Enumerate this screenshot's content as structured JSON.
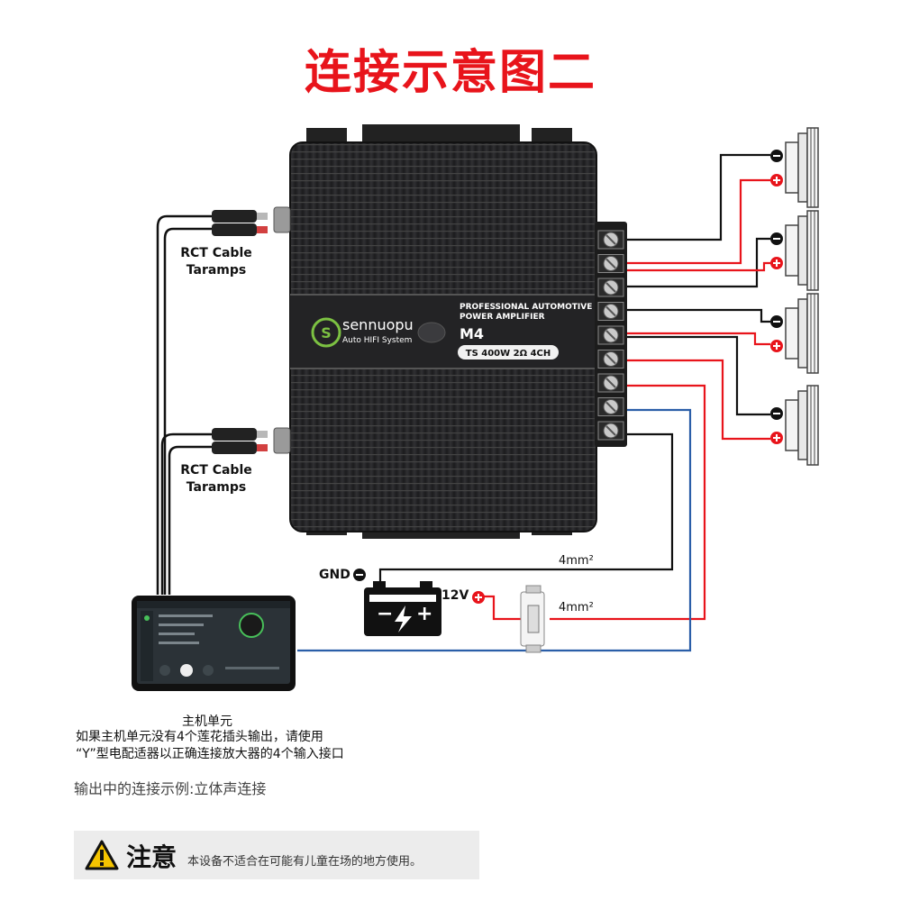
{
  "title": "连接示意图二",
  "amplifier": {
    "brand": "sennuopu",
    "tagline": "Auto HIFI System",
    "heading_line1": "PROFESSIONAL AUTOMOTIVE",
    "heading_line2": "POWER AMPLIFIER",
    "model": "M4",
    "spec": "TS 400W 2Ω 4CH"
  },
  "rca_label_top": {
    "line1": "RCT Cable",
    "line2": "Taramps"
  },
  "rca_label_bottom": {
    "line1": "RCT Cable",
    "line2": "Taramps"
  },
  "power": {
    "gnd_label": "GND",
    "v12_label": "12V",
    "wire_gauge_top": "4mm²",
    "wire_gauge_bottom": "4mm²"
  },
  "head_unit": {
    "label": "主机单元",
    "note_line1": "如果主机单元没有4个莲花插头输出，请使用",
    "note_line2": "“Y”型电配适器以正确连接放大器的4个输入接口"
  },
  "example_text": "输出中的连接示例:立体声连接",
  "warning": {
    "heading": "注意",
    "text": "本设备不适合在可能有儿童在场的地方使用。"
  },
  "colors": {
    "title": "#e8141b",
    "positive_wire": "#e8141b",
    "negative_wire": "#111111",
    "remote_wire": "#2a5ea8"
  }
}
